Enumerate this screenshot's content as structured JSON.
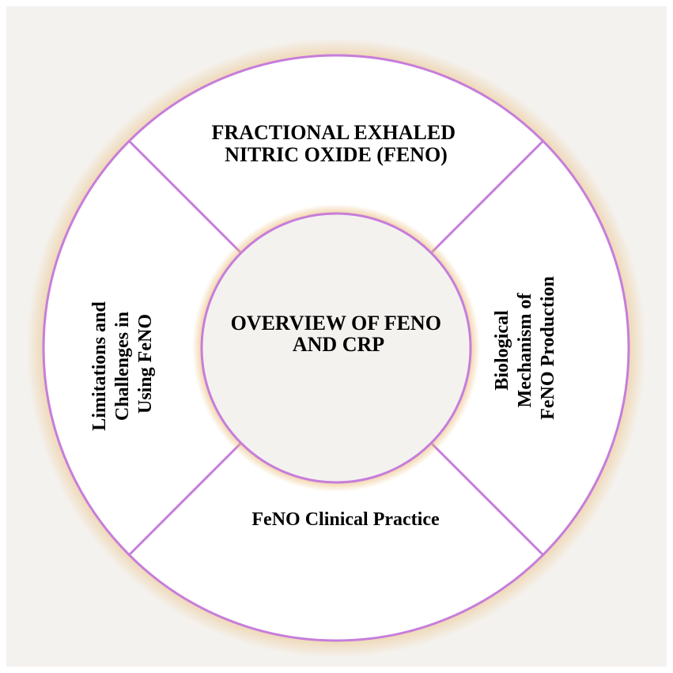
{
  "diagram": {
    "center": {
      "lines": [
        "OVERVIEW OF FENO",
        "AND CRP"
      ]
    },
    "segments": [
      {
        "id": "top",
        "lines": [
          "FRACTIONAL EXHALED",
          "NITRIC OXIDE (FENO)"
        ]
      },
      {
        "id": "right",
        "lines": [
          "Biological",
          "Mechanism of",
          "FeNO Production"
        ]
      },
      {
        "id": "bottom",
        "lines": [
          "FeNO Clinical Practice"
        ]
      },
      {
        "id": "left",
        "lines": [
          "Limitations and",
          "Challenges in",
          "Using FeNO"
        ]
      }
    ]
  },
  "colors": {
    "background": "#f4f2ef",
    "ring_fill": "#ffffff",
    "ring_stroke": "#c77ddb",
    "glow": "#e8b56a",
    "center_fill": "#f4f2ef",
    "text": "#000000"
  }
}
